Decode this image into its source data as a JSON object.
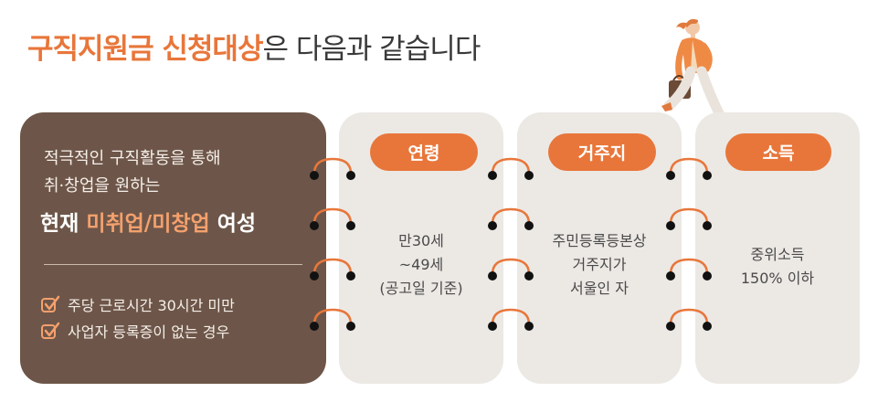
{
  "title": {
    "highlight": "구직지원금 신청대상",
    "rest": "은 다음과 같습니다"
  },
  "main_card": {
    "line1": "적극적인 구직활동을 통해",
    "line2": "취·창업을 원하는",
    "headline_pre": "현재 ",
    "headline_highlight": "미취업/미창업",
    "headline_post": " 여성",
    "conditions": [
      "주당 근로시간 30시간 미만",
      "사업자 등록증이 없는 경우"
    ]
  },
  "cards": [
    {
      "label": "연령",
      "lines": [
        "만30세",
        "~49세",
        "(공고일 기준)"
      ]
    },
    {
      "label": "거주지",
      "lines": [
        "주민등록등본상",
        "거주지가",
        "서울인 자"
      ]
    },
    {
      "label": "소득",
      "lines": [
        "중위소득",
        "150% 이하"
      ]
    }
  ],
  "colors": {
    "accent": "#e8763a",
    "main_card": "#6d5649",
    "card": "#ece9e5",
    "highlight": "#f4a06d"
  },
  "icons": {
    "check": "check-icon",
    "binder_ring": "binder-ring-icon",
    "illustration": "walking-woman-with-bag"
  }
}
